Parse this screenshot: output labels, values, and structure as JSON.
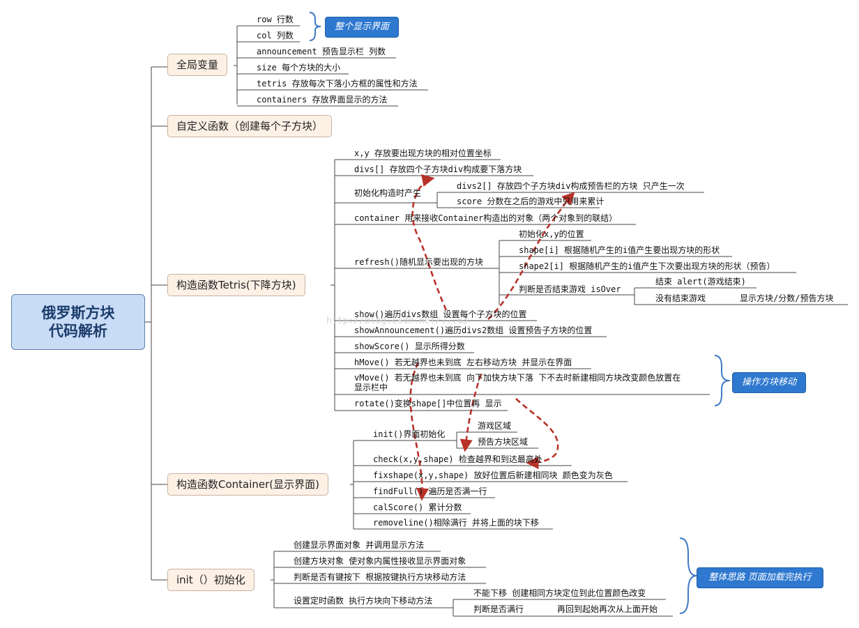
{
  "root": {
    "line1": "俄罗斯方块",
    "line2": "代码解析"
  },
  "watermark": "http://blog.csdn.net/...63",
  "colors": {
    "node_fill": "#fdf1e6",
    "root_fill": "#c9dcf6",
    "note_fill": "#2e78cf",
    "arrow": "#b8322a",
    "line": "#333333"
  },
  "nodes": {
    "globals": "全局变量",
    "custom_fn": "自定义函数（创建每个子方块）",
    "tetris_ctor": "构造函数Tetris(下降方块)",
    "container_ctor": "构造函数Container(显示界面)",
    "init": "init（）初始化"
  },
  "globals_items": {
    "row": "row 行数",
    "col": "col 列数",
    "announcement": "announcement 预告显示栏 列数",
    "size": "size 每个方块的大小",
    "tetris": "tetris 存放每次下落小方框的属性和方法",
    "containers": "containers 存放界面显示的方法"
  },
  "tetris_items": {
    "xy": "x,y 存放要出现方块的相对位置坐标",
    "divs": "divs[] 存放四个子方块div构成要下落方块",
    "init_label": "初始化构造时产生",
    "divs2": "divs2[] 存放四个子方块div构成预告栏的方块 只产生一次",
    "score": "score 分数在之后的游戏中只用来累计",
    "container": "container 用来接收Container构造出的对象（两个对象到的联结）",
    "refresh": "refresh()随机显示要出现的方块",
    "refresh_init": "初始化x,y的位置",
    "refresh_shape": "shape[i] 根据随机产生的i值产生要出现方块的形状",
    "refresh_shape2": "shape2[i] 根据随机产生的i值产生下次要出现方块的形状（预告）",
    "refresh_judge": "判断是否结束游戏 isOver",
    "judge_end": "结束 alert(游戏结束)",
    "judge_not_end": "没有结束游戏",
    "judge_show": "显示方块/分数/预告方块",
    "show": "show()遍历divs数组 设置每个子方块的位置",
    "show_ann": "showAnnouncement()遍历divs2数组 设置预告子方块的位置",
    "show_score": "showScore() 显示所得分数",
    "hmove": "hMove() 若无越界也未到底 左右移动方块 并显示在界面",
    "vmove_1": "vMove() 若无越界也未到底 向下加快方块下落 下不去时新建相同方块改变颜色放置在",
    "vmove_2": "显示栏中",
    "rotate": "rotate()变换shape[]中位置再 显示"
  },
  "container_items": {
    "init": "init()界面初始化",
    "init_game": "游戏区域",
    "init_preview": "预告方块区域",
    "check": "check(x,y,shape) 检查越界和到达最高处",
    "fixshape": "fixshape(x,y,shape) 放好位置后新建相同块 颜色变为灰色",
    "findfull": "findFull() 遍历是否满一行",
    "calscore": "calScore() 累计分数",
    "removeline": "removeline()相除满行 并将上面的块下移"
  },
  "init_items": {
    "create_display": "创建显示界面对象 并调用显示方法",
    "create_block": "创建方块对象 使对象内属性接收显示界面对象",
    "judge_key": "判断是否有键按下 根据按键执行方块移动方法",
    "timer": "设置定时函数 执行方块向下移动方法",
    "cannot_move": "不能下移 创建相同方块定位到此位置颜色改变",
    "judge_full": "判断是否满行",
    "restart": "再回到起始再次从上面开始"
  },
  "notes": {
    "display": "整个显示界面",
    "operate": "操作方块移动",
    "overall": "整体思路 页面加载完执行"
  }
}
